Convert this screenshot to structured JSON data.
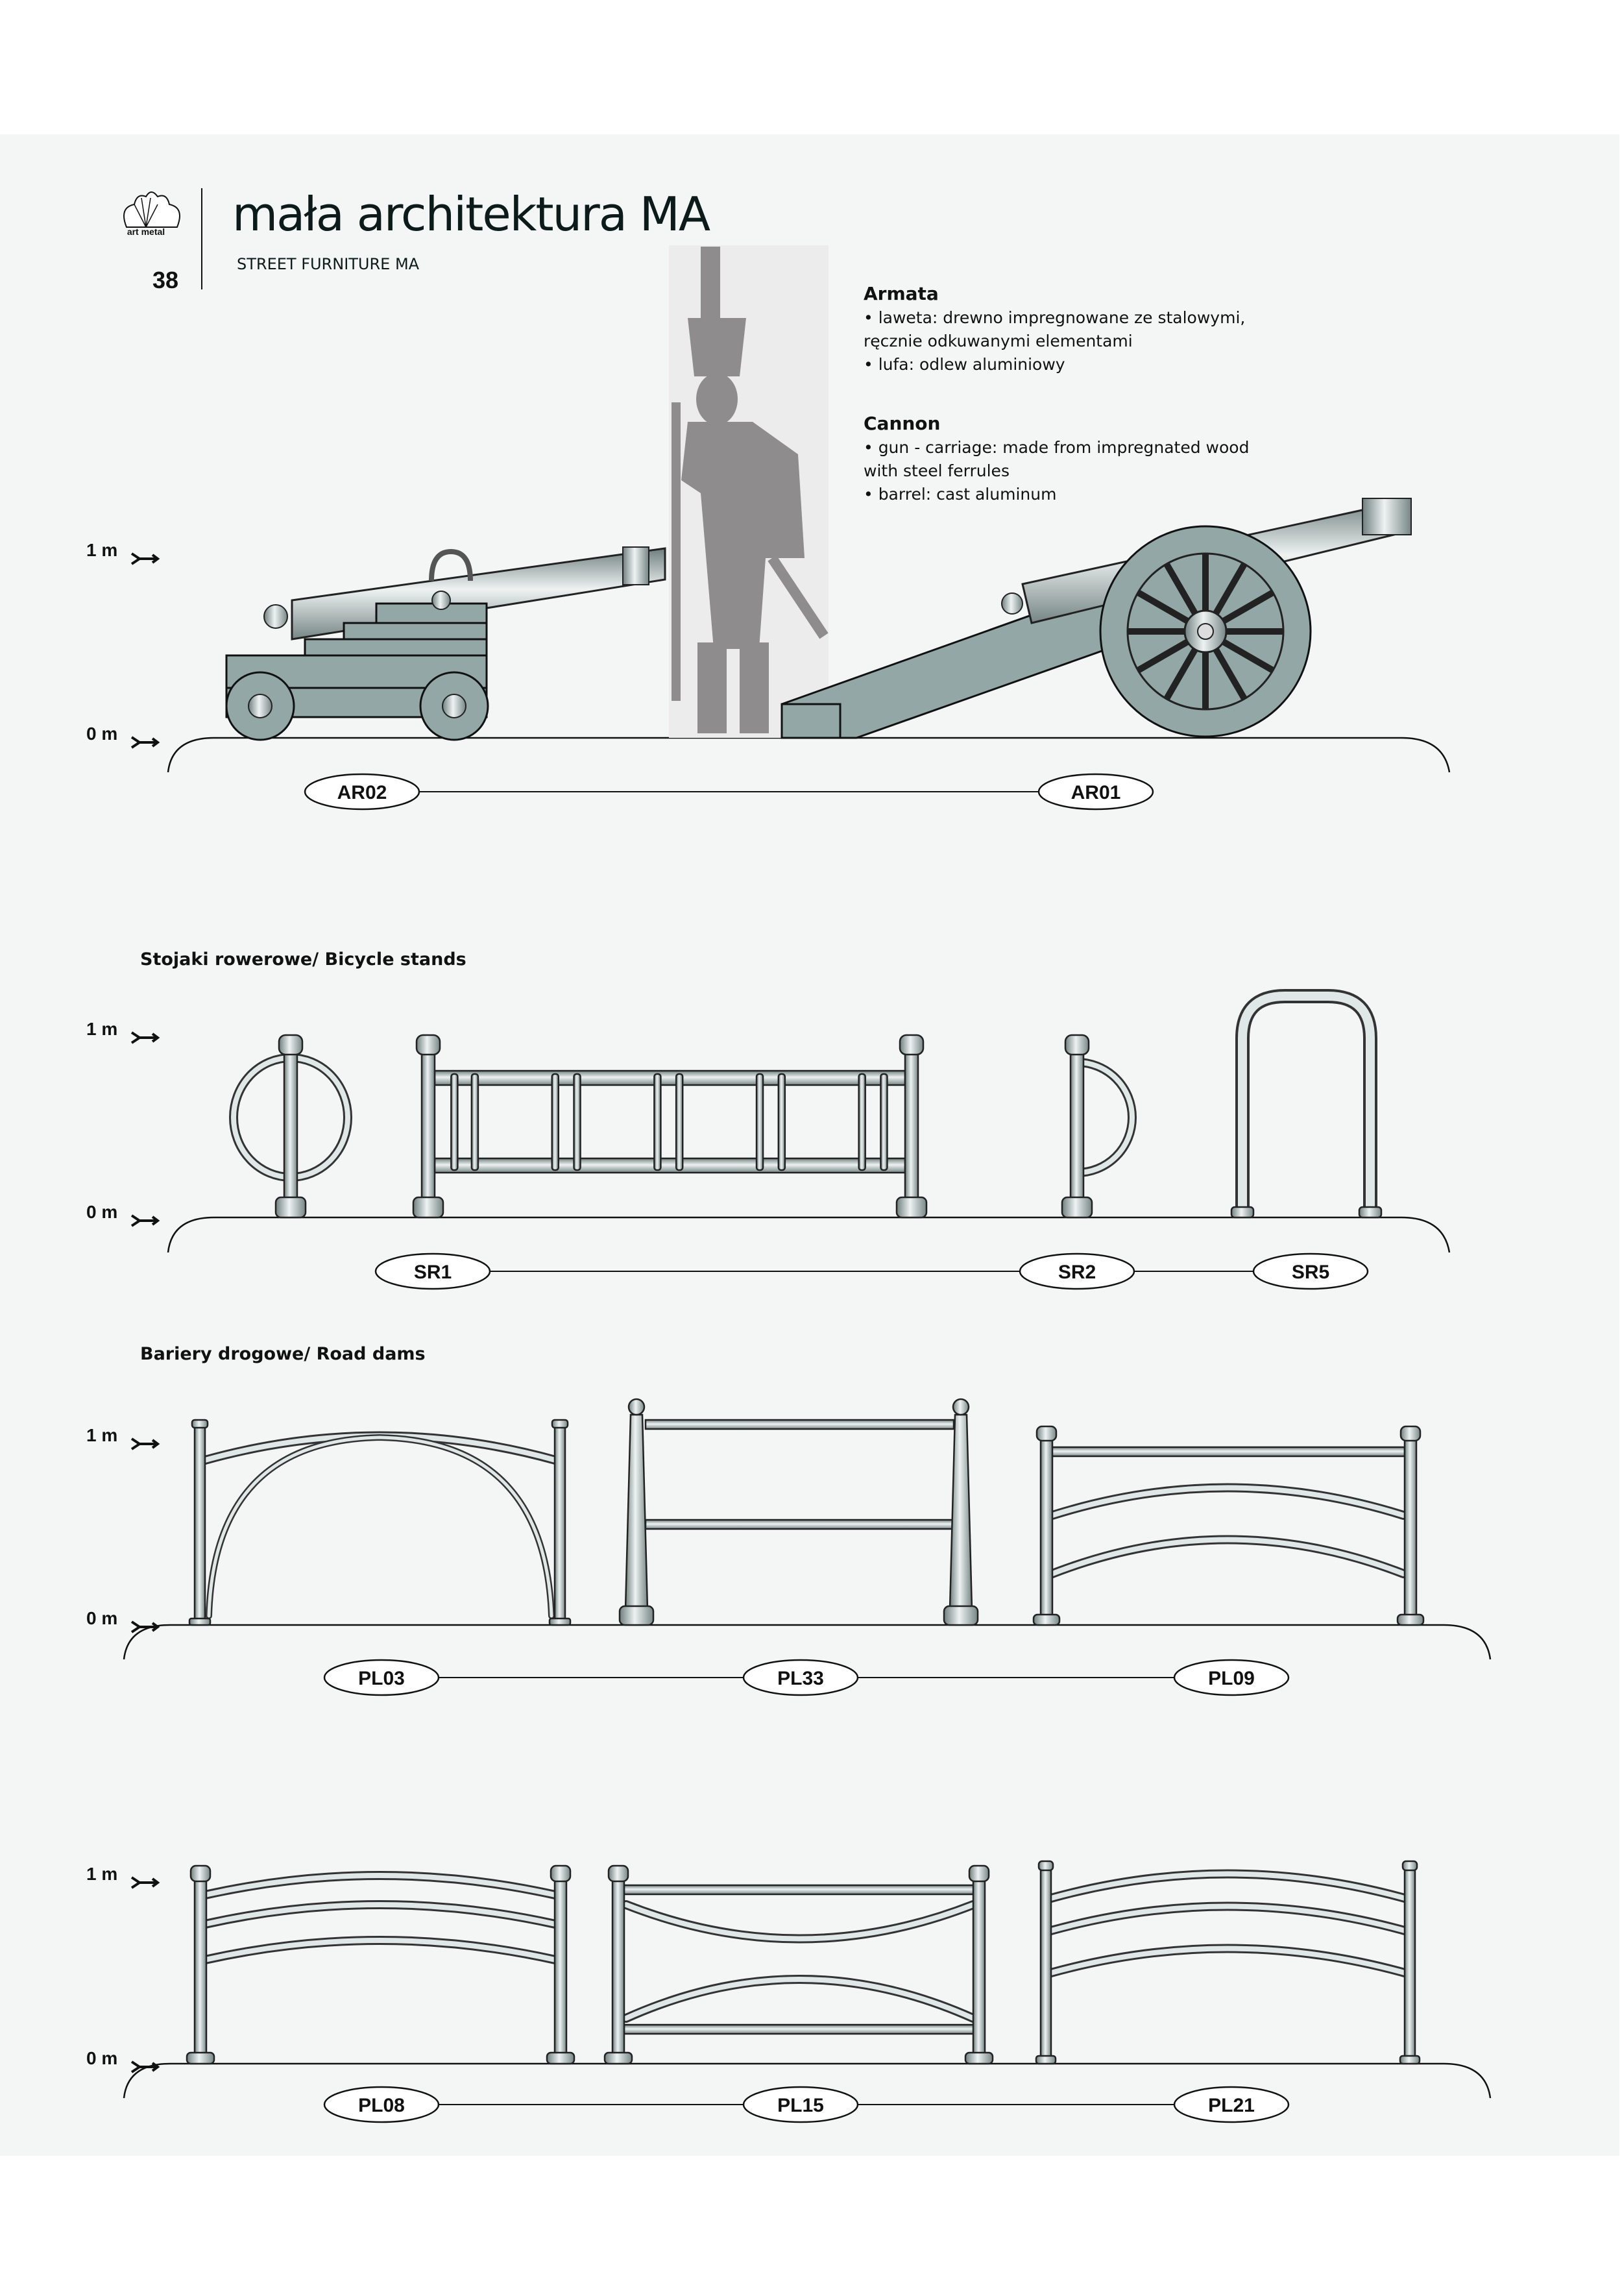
{
  "header": {
    "logo_text": "art metal",
    "page_number": "38",
    "title": "mała architektura MA",
    "subtitle": "STREET FURNITURE MA"
  },
  "description": {
    "pl_title": "Armata",
    "pl_lines": [
      "• laweta: drewno impregnowane ze stalowymi,",
      "ręcznie odkuwanymi elementami",
      "• lufa: odlew aluminiowy"
    ],
    "en_title": "Cannon",
    "en_lines": [
      "• gun - carriage: made from impregnated wood",
      "with steel ferrules",
      "• barrel: cast aluminum"
    ]
  },
  "scale": {
    "one_m": "1 m",
    "zero_m": "0 m"
  },
  "sections": {
    "bicycle": "Stojaki rowerowe/ Bicycle stands",
    "road": "Bariery drogowe/ Road dams"
  },
  "products": {
    "cannons": [
      "AR02",
      "AR01"
    ],
    "bicycle": [
      "SR1",
      "SR2",
      "SR5"
    ],
    "road1": [
      "PL03",
      "PL33",
      "PL09"
    ],
    "road2": [
      "PL08",
      "PL15",
      "PL21"
    ]
  },
  "colors": {
    "panel": "#f4f6f5",
    "wood": "#93a8a6",
    "silhouette": "#8e8c8d"
  }
}
